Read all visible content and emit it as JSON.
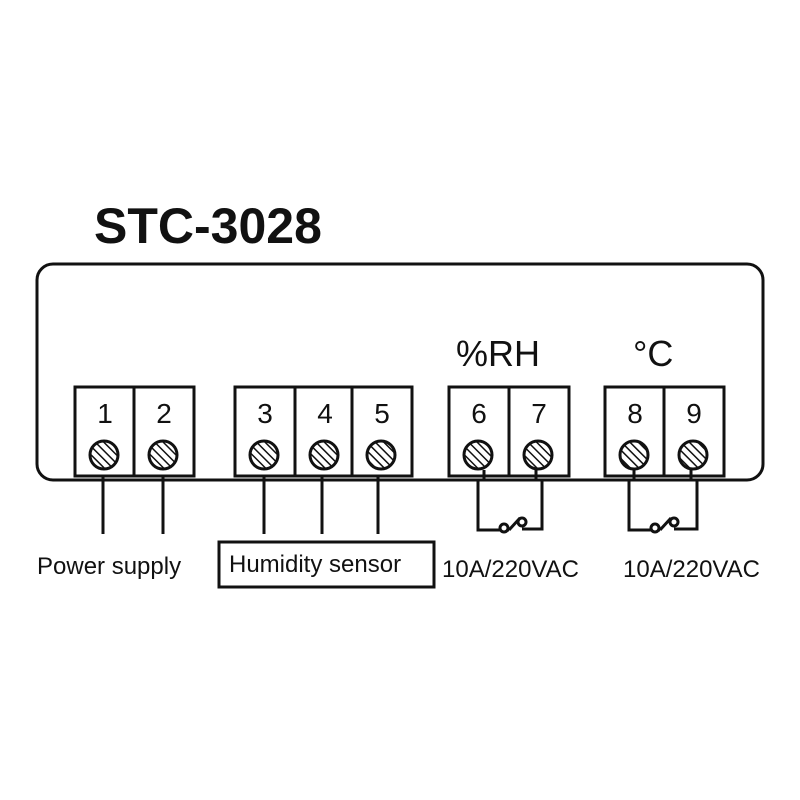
{
  "model": "STC-3028",
  "terminals": [
    {
      "number": "1"
    },
    {
      "number": "2"
    },
    {
      "number": "3"
    },
    {
      "number": "4"
    },
    {
      "number": "5"
    },
    {
      "number": "6"
    },
    {
      "number": "7"
    },
    {
      "number": "8"
    },
    {
      "number": "9"
    }
  ],
  "relay_rh_label": "%RH",
  "relay_temp_label": "°C",
  "power_label": "Power supply",
  "sensor_label": "Humidity sensor",
  "rh_rating": "10A/220VAC",
  "temp_rating": "10A/220VAC",
  "colors": {
    "ink": "#111111",
    "background": "#ffffff"
  }
}
